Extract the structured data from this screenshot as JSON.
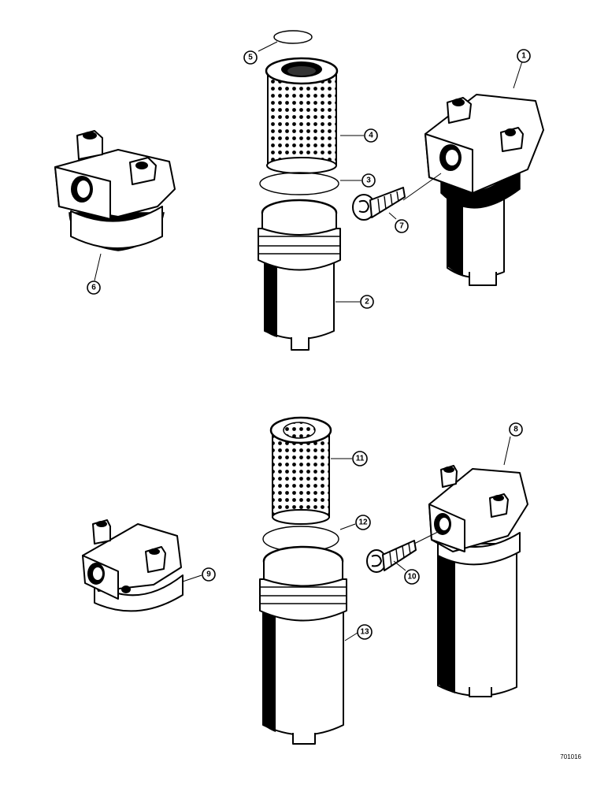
{
  "callouts": [
    "1",
    "2",
    "3",
    "4",
    "5",
    "6",
    "7",
    "8",
    "9",
    "10",
    "11",
    "12",
    "13"
  ],
  "document_number": "701016",
  "icons": {
    "filter_element": "perforated-cylinder",
    "drain_plug": "threaded-plug"
  }
}
